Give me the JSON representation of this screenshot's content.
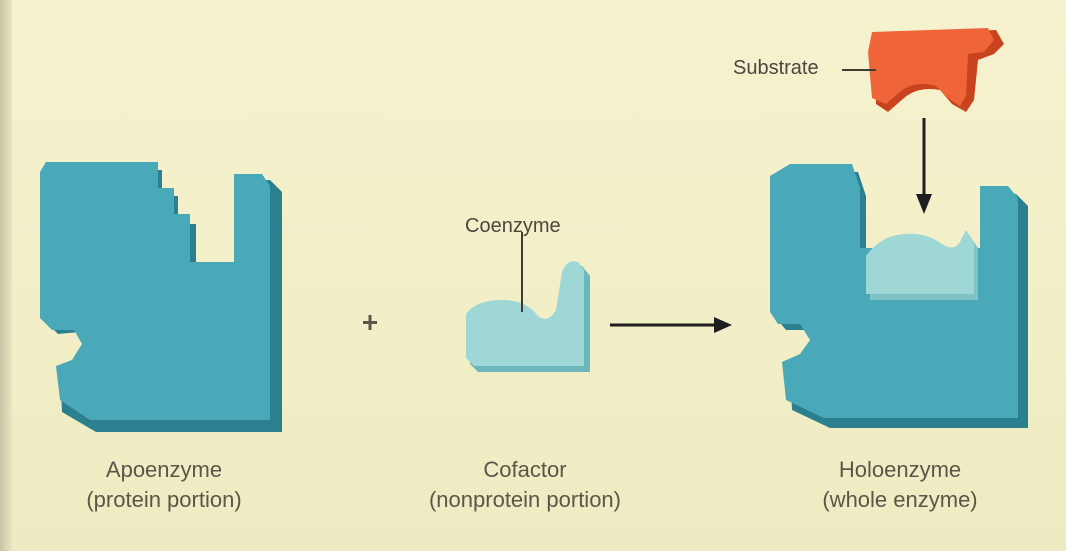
{
  "labels": {
    "apoenzyme": {
      "name": "Apoenzyme",
      "sub": "(protein portion)"
    },
    "cofactor": {
      "name": "Cofactor",
      "sub": "(nonprotein portion)"
    },
    "holoenzyme": {
      "name": "Holoenzyme",
      "sub": "(whole enzyme)"
    },
    "coenzyme": "Coenzyme",
    "substrate": "Substrate",
    "plus": "+"
  },
  "colors": {
    "background": "#f4f0cb",
    "enzyme_top": "#4aa9b8",
    "enzyme_side": "#2a7f8f",
    "coenzyme_top": "#9fd6d6",
    "coenzyme_side": "#6bb7ba",
    "substrate_top": "#f0643a",
    "substrate_side": "#c8431e",
    "text": "#5a574a"
  }
}
